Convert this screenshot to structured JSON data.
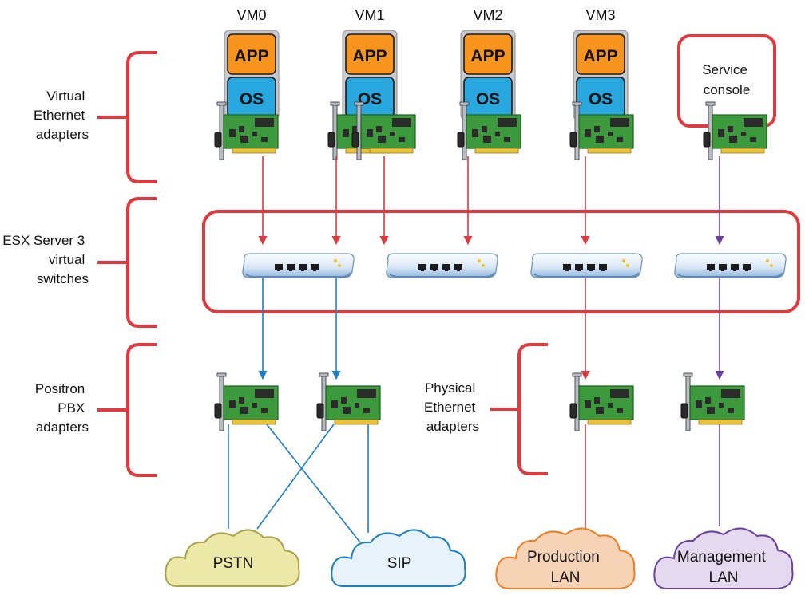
{
  "vms": [
    {
      "name": "VM0",
      "app": "APP",
      "os": "OS"
    },
    {
      "name": "VM1",
      "app": "APP",
      "os": "OS"
    },
    {
      "name": "VM2",
      "app": "APP",
      "os": "OS"
    },
    {
      "name": "VM3",
      "app": "APP",
      "os": "OS"
    }
  ],
  "service_console": [
    "Service",
    "console"
  ],
  "left_labels": {
    "virtual_ethernet": [
      "Virtual",
      "Ethernet",
      "adapters"
    ],
    "virtual_switches": [
      "ESX Server 3",
      "virtual",
      "switches"
    ],
    "pbx_adapters": [
      "Positron",
      "PBX",
      "adapters"
    ]
  },
  "physical_label": [
    "Physical",
    "Ethernet",
    "adapters"
  ],
  "clouds": {
    "pstn": [
      "PSTN"
    ],
    "sip": [
      "SIP"
    ],
    "production": [
      "Production",
      "LAN"
    ],
    "management": [
      "Management",
      "LAN"
    ]
  },
  "colors": {
    "bracket_red": "#e0393e",
    "link_red": "#e0393e",
    "link_blue": "#1b7fc4",
    "link_purple": "#6b3fa0",
    "app_orange": "#f7941d",
    "os_blue": "#29a8e0",
    "card_green": "#3c9a3c",
    "cloud_yellow": "#ece9a8",
    "cloud_sip": "#e8f2fb",
    "cloud_orange": "#f7d3b5",
    "cloud_purple": "#e4d9ef"
  }
}
